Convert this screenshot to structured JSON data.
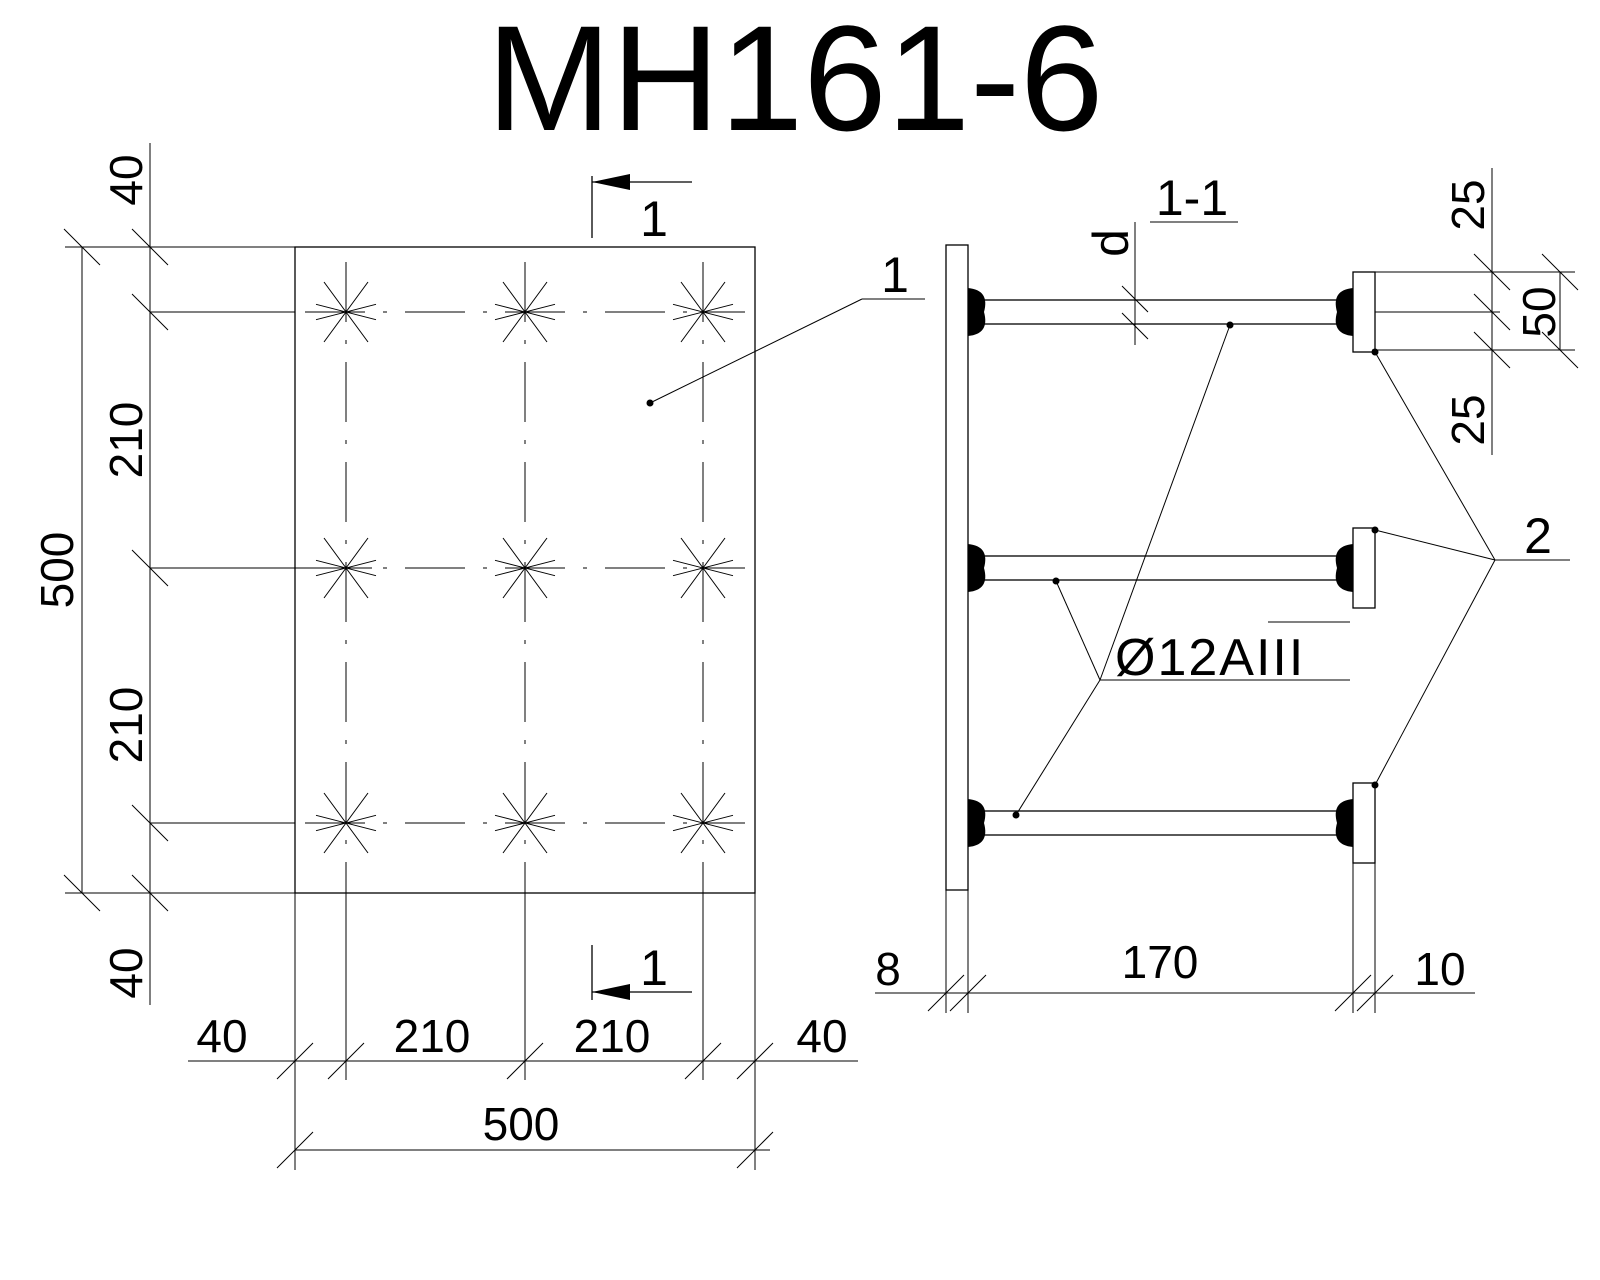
{
  "title": "МН161-6",
  "plan": {
    "dims_vertical": [
      "40",
      "210",
      "210",
      "40"
    ],
    "dim_vertical_total": "500",
    "dims_horizontal": [
      "40",
      "210",
      "210",
      "40"
    ],
    "dim_horizontal_total": "500",
    "section_mark_top": "1",
    "section_mark_bottom": "1",
    "leader_label": "1"
  },
  "section": {
    "title": "1-1",
    "thickness_label": "d",
    "dims_right": [
      "25",
      "50",
      "25"
    ],
    "dims_bottom": [
      "8",
      "170",
      "10"
    ],
    "rebar_label": "Ø12AIII",
    "leader_label": "2"
  }
}
